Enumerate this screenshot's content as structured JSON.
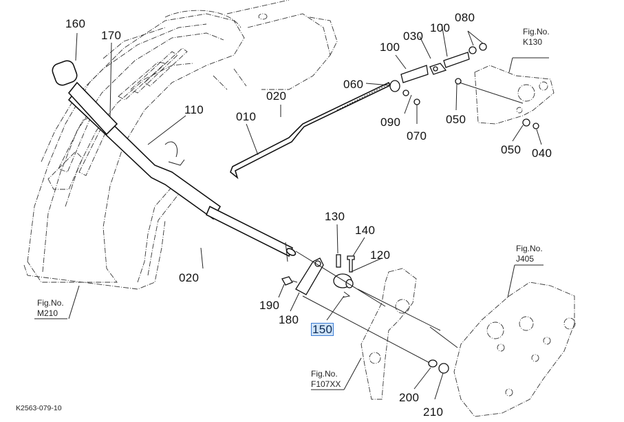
{
  "diagram": {
    "title": "Exploded parts diagram - hand throttle lever assembly",
    "drawing_code": "K2563-079-10",
    "highlight_color": "#cfe3f7",
    "highlight_border": "#3a7bd5",
    "callouts": [
      {
        "id": "160",
        "label": "160",
        "part": "throttle lever knob"
      },
      {
        "id": "170",
        "label": "170",
        "part": "lever grip sleeve"
      },
      {
        "id": "110",
        "label": "110",
        "part": "hand throttle lever"
      },
      {
        "id": "010",
        "label": "010",
        "part": "throttle rod"
      },
      {
        "id": "020a",
        "label": "020",
        "part": "split pin (upper)"
      },
      {
        "id": "020b",
        "label": "020",
        "part": "split pin (lower)"
      },
      {
        "id": "060",
        "label": "060",
        "part": "rod joint"
      },
      {
        "id": "100a",
        "label": "100",
        "part": "spring (left)"
      },
      {
        "id": "030",
        "label": "030",
        "part": "rod end"
      },
      {
        "id": "100b",
        "label": "100",
        "part": "spring (right)"
      },
      {
        "id": "080",
        "label": "080",
        "part": "nuts"
      },
      {
        "id": "090",
        "label": "090",
        "part": "washer"
      },
      {
        "id": "070",
        "label": "070",
        "part": "bolt"
      },
      {
        "id": "050a",
        "label": "050",
        "part": "washer (upper)"
      },
      {
        "id": "050b",
        "label": "050",
        "part": "washer (lower)"
      },
      {
        "id": "040",
        "label": "040",
        "part": "nut"
      },
      {
        "id": "130",
        "label": "130",
        "part": "spring pin"
      },
      {
        "id": "140",
        "label": "140",
        "part": "pin"
      },
      {
        "id": "120",
        "label": "120",
        "part": "boss"
      },
      {
        "id": "150",
        "label": "150",
        "part": "clip",
        "selected": true
      },
      {
        "id": "190",
        "label": "190",
        "part": "bolt"
      },
      {
        "id": "180",
        "label": "180",
        "part": "lever plate"
      },
      {
        "id": "200",
        "label": "200",
        "part": "washer"
      },
      {
        "id": "210",
        "label": "210",
        "part": "nut"
      }
    ],
    "figure_refs": [
      {
        "id": "k130",
        "line1": "Fig.No.",
        "line2": "K130"
      },
      {
        "id": "j405",
        "line1": "Fig.No.",
        "line2": "J405"
      },
      {
        "id": "m210",
        "line1": "Fig.No.",
        "line2": "M210"
      },
      {
        "id": "f107xx",
        "line1": "Fig.No.",
        "line2": "F107XX"
      }
    ]
  }
}
